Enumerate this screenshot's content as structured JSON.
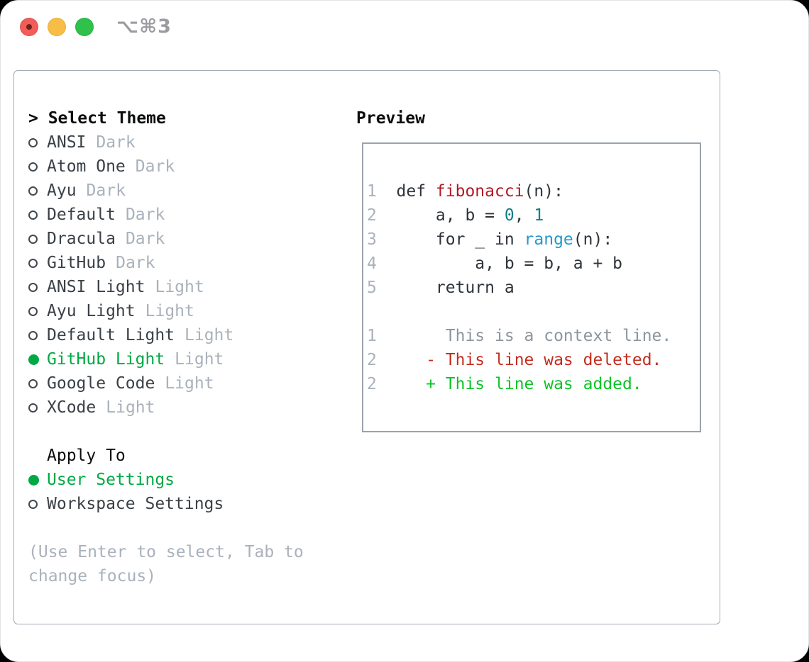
{
  "window": {
    "title": "⌥⌘3",
    "traffic_lights": [
      "close",
      "minimize",
      "zoom"
    ]
  },
  "theme_picker": {
    "heading_prompt": "> ",
    "heading": "Select Theme",
    "items": [
      {
        "name": "ANSI",
        "variant": "Dark",
        "selected": false
      },
      {
        "name": "Atom One",
        "variant": "Dark",
        "selected": false
      },
      {
        "name": "Ayu",
        "variant": "Dark",
        "selected": false
      },
      {
        "name": "Default",
        "variant": "Dark",
        "selected": false
      },
      {
        "name": "Dracula",
        "variant": "Dark",
        "selected": false
      },
      {
        "name": "GitHub",
        "variant": "Dark",
        "selected": false
      },
      {
        "name": "ANSI Light",
        "variant": "Light",
        "selected": false
      },
      {
        "name": "Ayu Light",
        "variant": "Light",
        "selected": false
      },
      {
        "name": "Default Light",
        "variant": "Light",
        "selected": false
      },
      {
        "name": "GitHub Light",
        "variant": "Light",
        "selected": true
      },
      {
        "name": "Google Code",
        "variant": "Light",
        "selected": false
      },
      {
        "name": "XCode",
        "variant": "Light",
        "selected": false
      }
    ],
    "apply_heading": "Apply To",
    "apply_options": [
      {
        "label": "User Settings",
        "selected": true
      },
      {
        "label": "Workspace Settings",
        "selected": false
      }
    ],
    "help_lines": [
      "(Use Enter to select, Tab to",
      "change focus)"
    ]
  },
  "preview": {
    "heading": "Preview",
    "lines": [
      {
        "num": "1",
        "tokens": [
          {
            "c": "code",
            "t": "def "
          },
          {
            "c": "func",
            "t": "fibonacci"
          },
          {
            "c": "code",
            "t": "(n):"
          }
        ]
      },
      {
        "num": "2",
        "tokens": [
          {
            "c": "code",
            "t": "    a, b = "
          },
          {
            "c": "num",
            "t": "0"
          },
          {
            "c": "code",
            "t": ", "
          },
          {
            "c": "num",
            "t": "1"
          }
        ]
      },
      {
        "num": "3",
        "tokens": [
          {
            "c": "code",
            "t": "    for _ in "
          },
          {
            "c": "builtin",
            "t": "range"
          },
          {
            "c": "code",
            "t": "(n):"
          }
        ]
      },
      {
        "num": "4",
        "tokens": [
          {
            "c": "code",
            "t": "        a, b = b, a + b"
          }
        ]
      },
      {
        "num": "5",
        "tokens": [
          {
            "c": "code",
            "t": "    return a"
          }
        ]
      },
      {
        "num": "",
        "tokens": []
      },
      {
        "num": "1",
        "tokens": [
          {
            "c": "context",
            "t": "     This is a context line."
          }
        ]
      },
      {
        "num": "2",
        "tokens": [
          {
            "c": "del",
            "t": "   - This line was deleted."
          }
        ]
      },
      {
        "num": "2",
        "tokens": [
          {
            "c": "add",
            "t": "   + This line was added."
          }
        ]
      }
    ]
  },
  "colors": {
    "accent_green": "#00a944",
    "diff_add_green": "#0cc327",
    "diff_del_red": "#c22d1f",
    "func_red": "#b01b25",
    "number_teal": "#0e7d86",
    "builtin_blue": "#2499cf",
    "muted_gray": "#a9b1bb",
    "line_number_gray": "#a9b2bc",
    "titlebar_gray": "#9b9ca1",
    "tl_red": "#f25d58",
    "tl_yellow": "#f7bd45",
    "tl_green": "#2fc14b"
  }
}
